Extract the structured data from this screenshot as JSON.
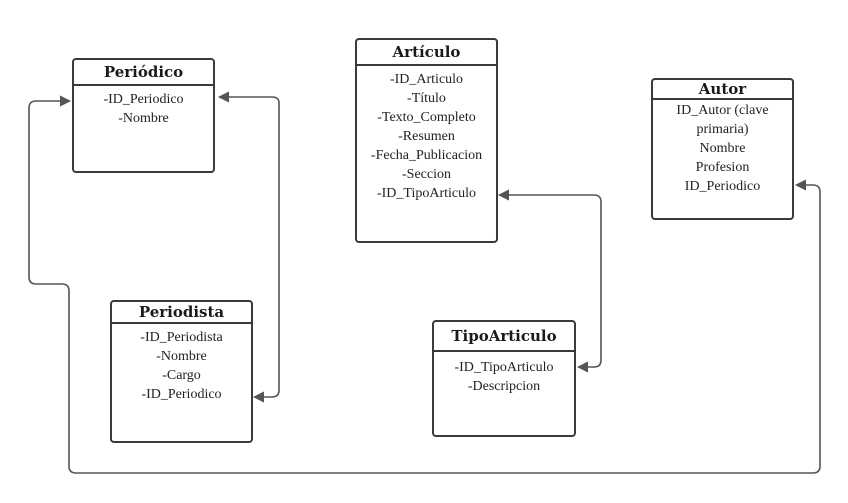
{
  "entities": {
    "periodico": {
      "title": "Periódico",
      "attributes": [
        "-ID_Periodico",
        "-Nombre"
      ]
    },
    "articulo": {
      "title": "Artículo",
      "attributes": [
        "-ID_Articulo",
        "-Título",
        "-Texto_Completo",
        "-Resumen",
        "-Fecha_Publicacion",
        "-Seccion",
        "-ID_TipoArticulo"
      ]
    },
    "autor": {
      "title": "Autor",
      "attributes": [
        "ID_Autor (clave",
        "primaria)",
        "Nombre",
        "Profesion",
        "ID_Periodico"
      ]
    },
    "periodista": {
      "title": "Periodista",
      "attributes": [
        "-ID_Periodista",
        "-Nombre",
        "-Cargo",
        "-ID_Periodico"
      ]
    },
    "tipoarticulo": {
      "title": "TipoArticulo",
      "attributes": [
        "-ID_TipoArticulo",
        "-Descripcion"
      ]
    }
  },
  "relationships": [
    {
      "from": "periodista",
      "to": "periodico",
      "from_attr": "-ID_Periodico",
      "to_attr": "-ID_Periodico"
    },
    {
      "from": "autor",
      "to": "periodico",
      "from_attr": "ID_Periodico",
      "to_attr": "-ID_Periodico"
    },
    {
      "from": "articulo",
      "to": "tipoarticulo",
      "from_attr": "-ID_TipoArticulo",
      "to_attr": "-ID_TipoArticulo"
    }
  ],
  "colors": {
    "border": "#3a3a3a",
    "line": "#555555",
    "background": "#ffffff"
  }
}
